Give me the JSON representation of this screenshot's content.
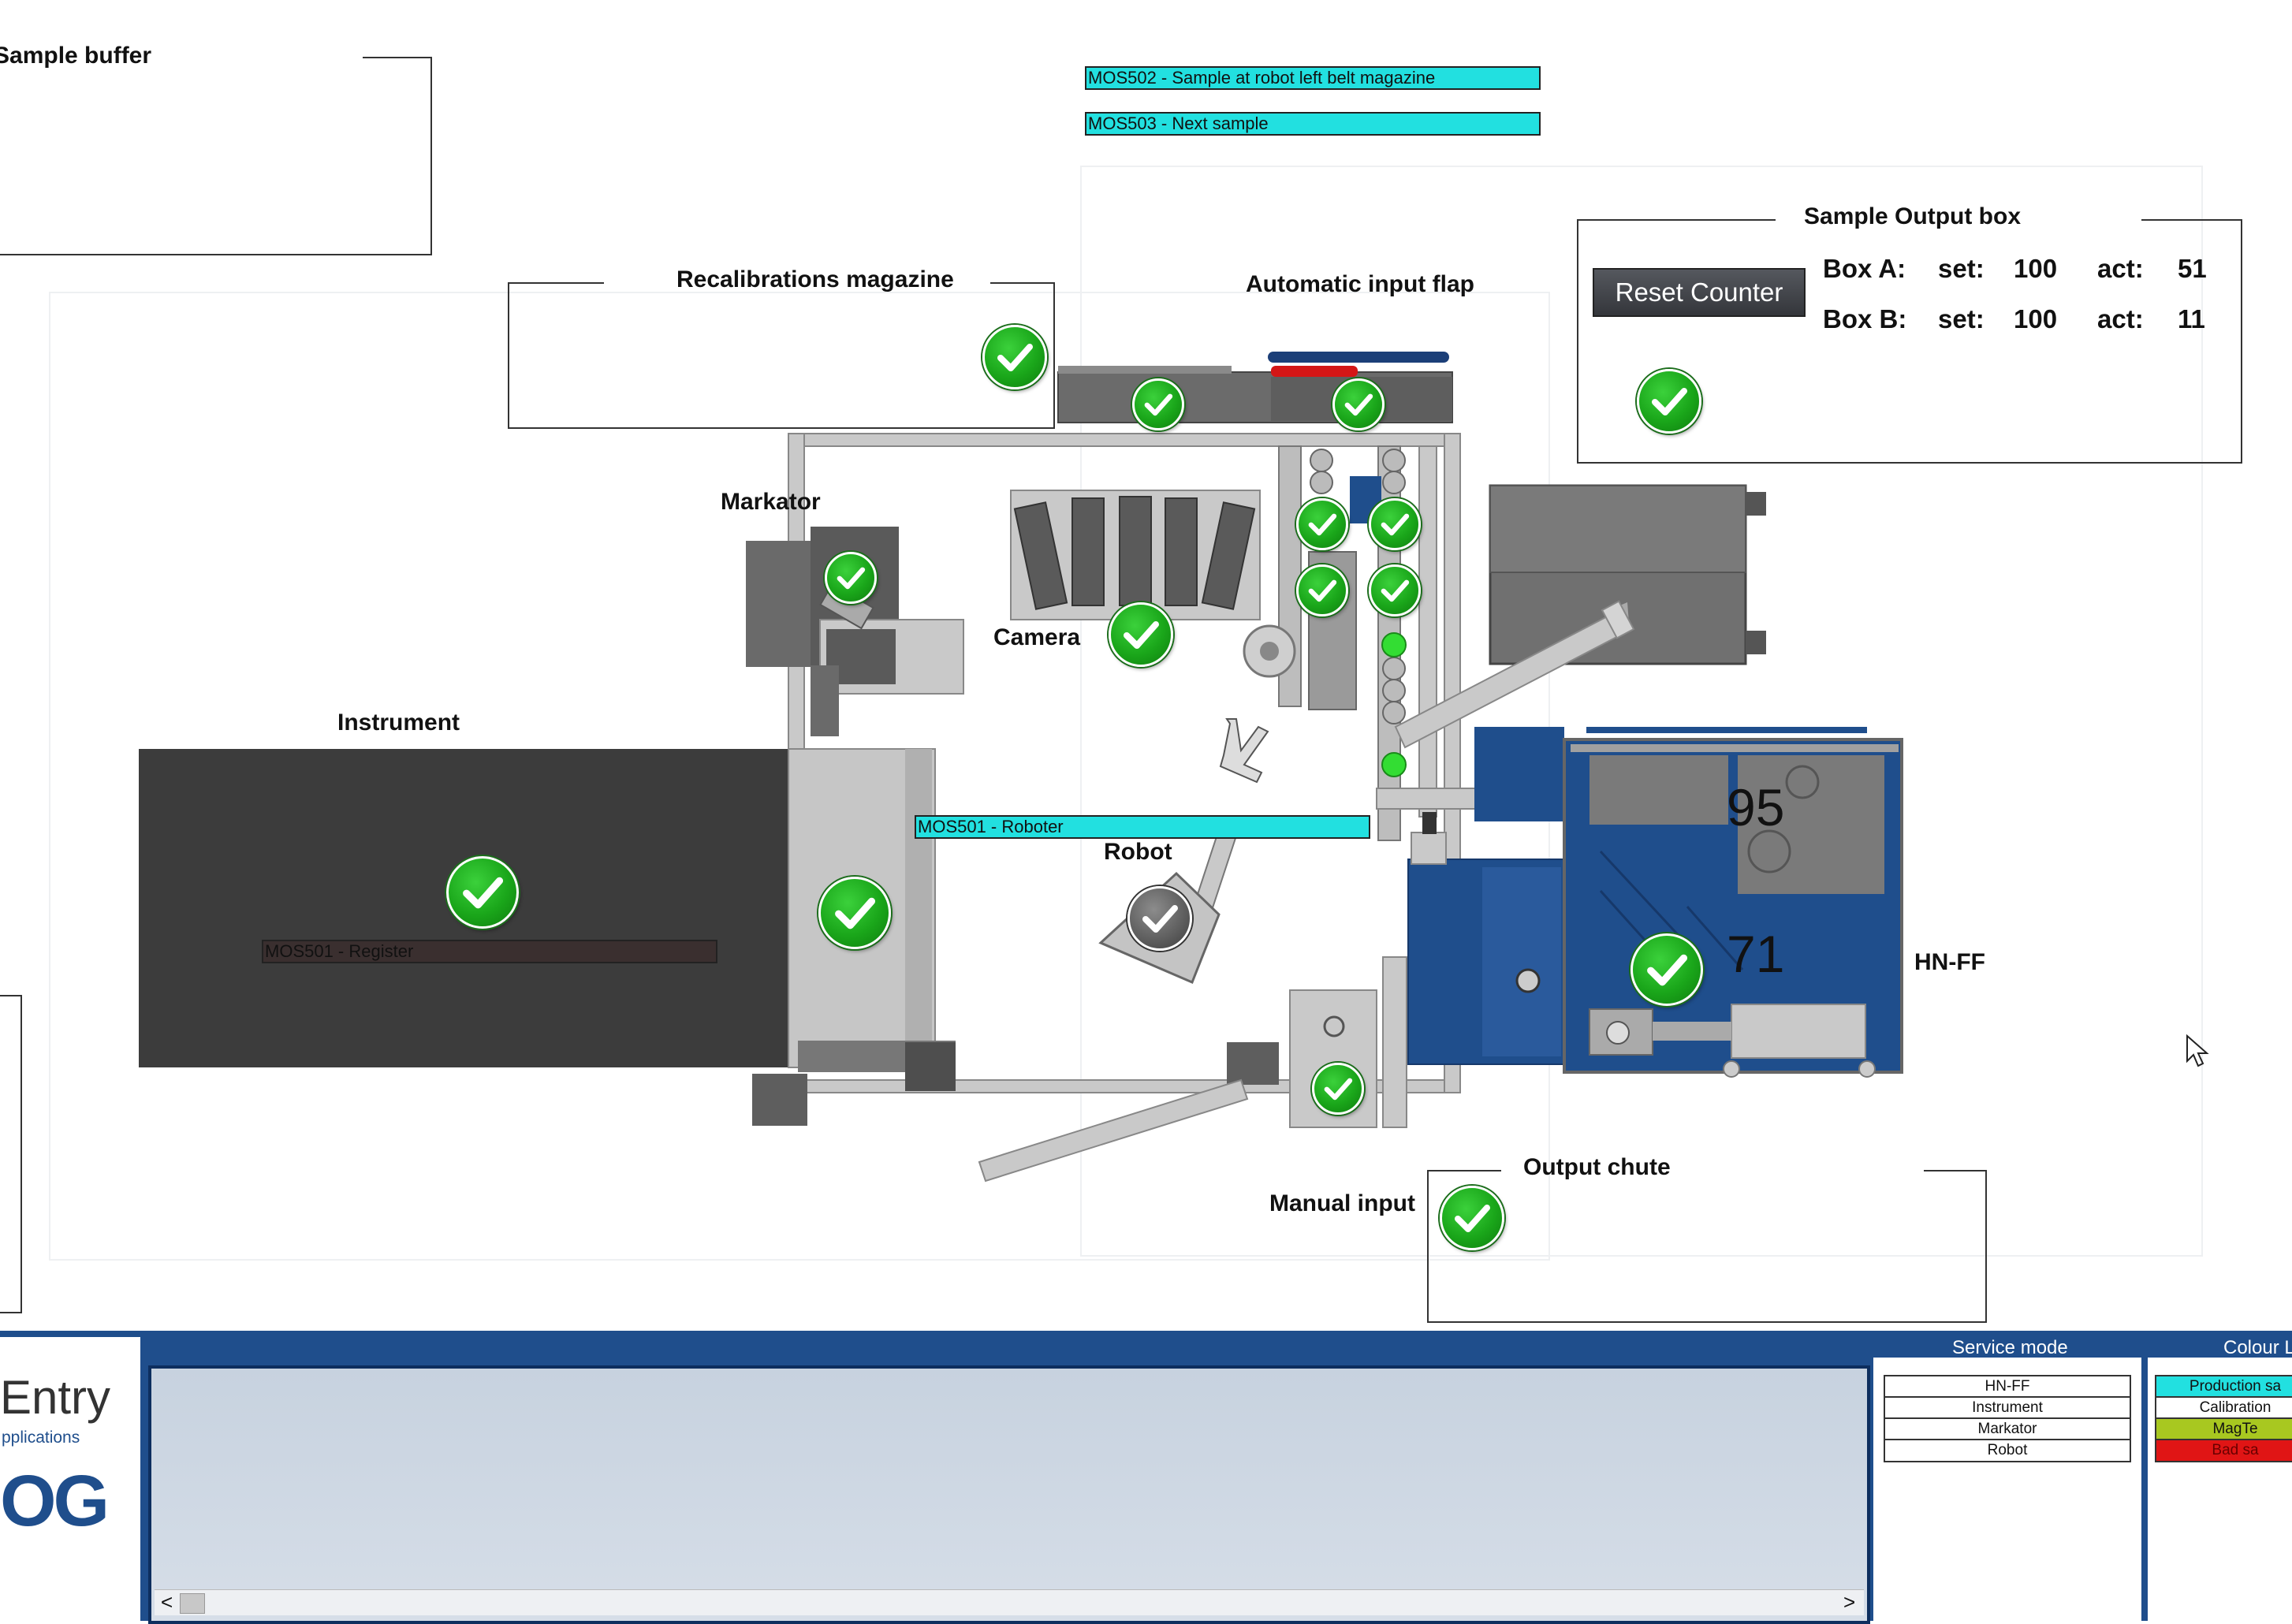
{
  "labels": {
    "sample_buffer": "Sample buffer",
    "recalibrations_magazine": "Recalibrations magazine",
    "automatic_input_flap": "Automatic input flap",
    "sample_output_box": "Sample Output box",
    "markator": "Markator",
    "camera": "Camera",
    "instrument": "Instrument",
    "robot": "Robot",
    "hn_ff": "HN-FF",
    "output_chute": "Output chute",
    "manual_input": "Manual input"
  },
  "mos_bars": {
    "mos502": "MOS502 - Sample at robot left belt magazine",
    "mos503": "MOS503 - Next sample",
    "mos501_roboter": "MOS501 - Roboter",
    "mos501_register": "MOS501 - Register"
  },
  "output_box": {
    "reset_label": "Reset Counter",
    "box_a": {
      "name": "Box A:",
      "set_label": "set:",
      "set": "100",
      "act_label": "act:",
      "act": "51"
    },
    "box_b": {
      "name": "Box B:",
      "set_label": "set:",
      "set": "100",
      "act_label": "act:",
      "act": "11"
    }
  },
  "hnff_values": {
    "top": "95",
    "bottom": "71"
  },
  "bottom": {
    "logo_line1": "Entry",
    "logo_line2": "pplications",
    "logo_mark": "OG",
    "service_mode": {
      "title": "Service mode",
      "items": [
        "HN-FF",
        "Instrument",
        "Markator",
        "Robot"
      ]
    },
    "colour_legend": {
      "title": "Colour L",
      "items": [
        {
          "label": "Production sa",
          "color": "#22e0e0"
        },
        {
          "label": "Calibration",
          "color": "#ffffff"
        },
        {
          "label": "MagTe",
          "color": "#a8c820"
        },
        {
          "label": "Bad sa",
          "color": "#e01515"
        }
      ]
    },
    "scroll_left": "<",
    "scroll_right": ">"
  },
  "colors": {
    "status_ok": "#1aa61a",
    "machine_blue": "#1f4e8c",
    "mos_bar": "#22e0e0",
    "instrument": "#3a3a3a"
  }
}
